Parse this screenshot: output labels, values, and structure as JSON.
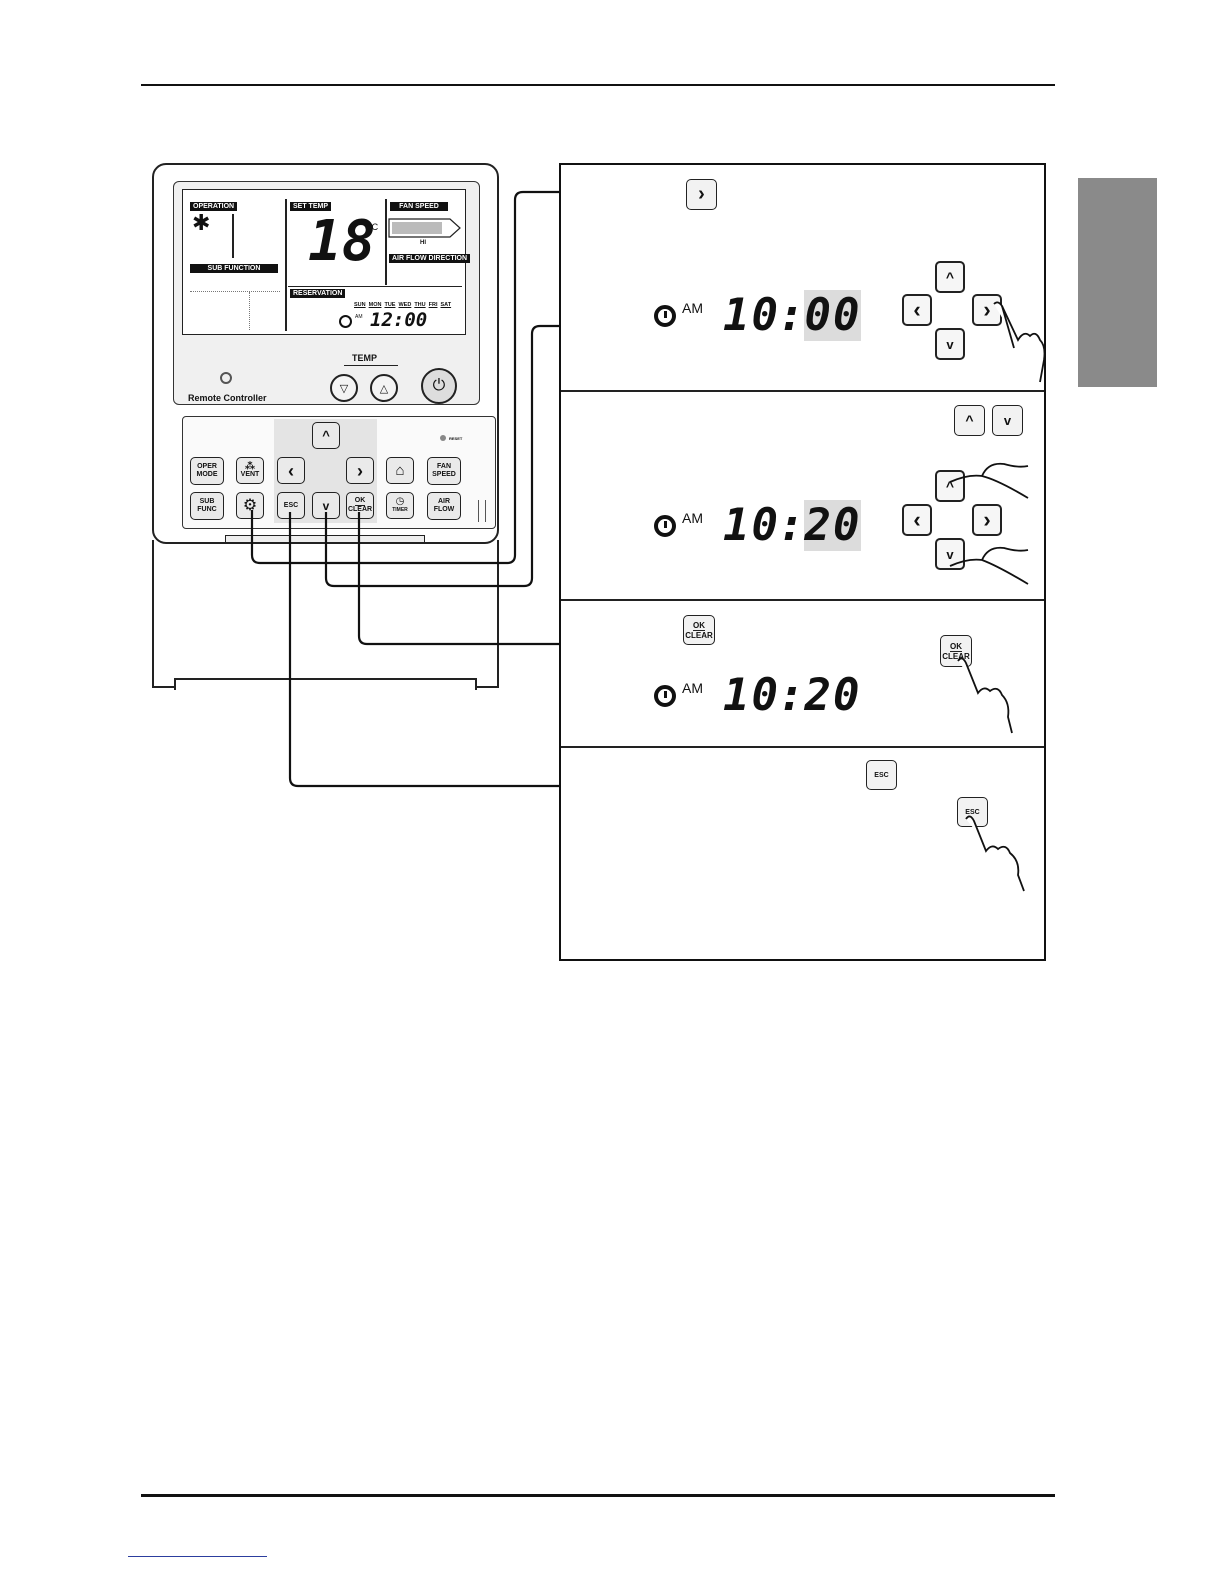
{
  "remote": {
    "labels": {
      "operation": "OPERATION",
      "set_temp": "SET TEMP",
      "fan_speed": "FAN SPEED",
      "fan_level": "HI",
      "air_flow_direction": "AIR FLOW DIRECTION",
      "sub_function": "SUB FUNCTION",
      "reservation": "RESERVATION",
      "temp_unit": "°C",
      "temp_value": "18",
      "clock_am": "AM",
      "clock_time": "12:00",
      "remote_controller": "Remote Controller",
      "temp": "TEMP",
      "reset": "RESET"
    },
    "days": [
      "SUN",
      "MON",
      "TUE",
      "WED",
      "THU",
      "FRI",
      "SAT"
    ],
    "keys": {
      "oper_mode": "OPER MODE",
      "vent": "VENT",
      "sub_func": "SUB FUNC",
      "esc": "ESC",
      "ok": "OK",
      "clear": "CLEAR",
      "timer": "TIMER",
      "fan_speed": "FAN SPEED",
      "air_flow": "AIR FLOW"
    }
  },
  "steps": [
    {
      "am": "AM",
      "time_hour": "10",
      "time_min": "00"
    },
    {
      "am": "AM",
      "time_hour": "10",
      "time_min": "20"
    },
    {
      "am": "AM",
      "time_hour": "10",
      "time_min": "20",
      "ok": "OK",
      "clear": "CLEAR"
    },
    {
      "esc": "ESC"
    }
  ],
  "glyphs": {
    "right": "›",
    "left": "‹",
    "up": "^",
    "down": "v"
  }
}
